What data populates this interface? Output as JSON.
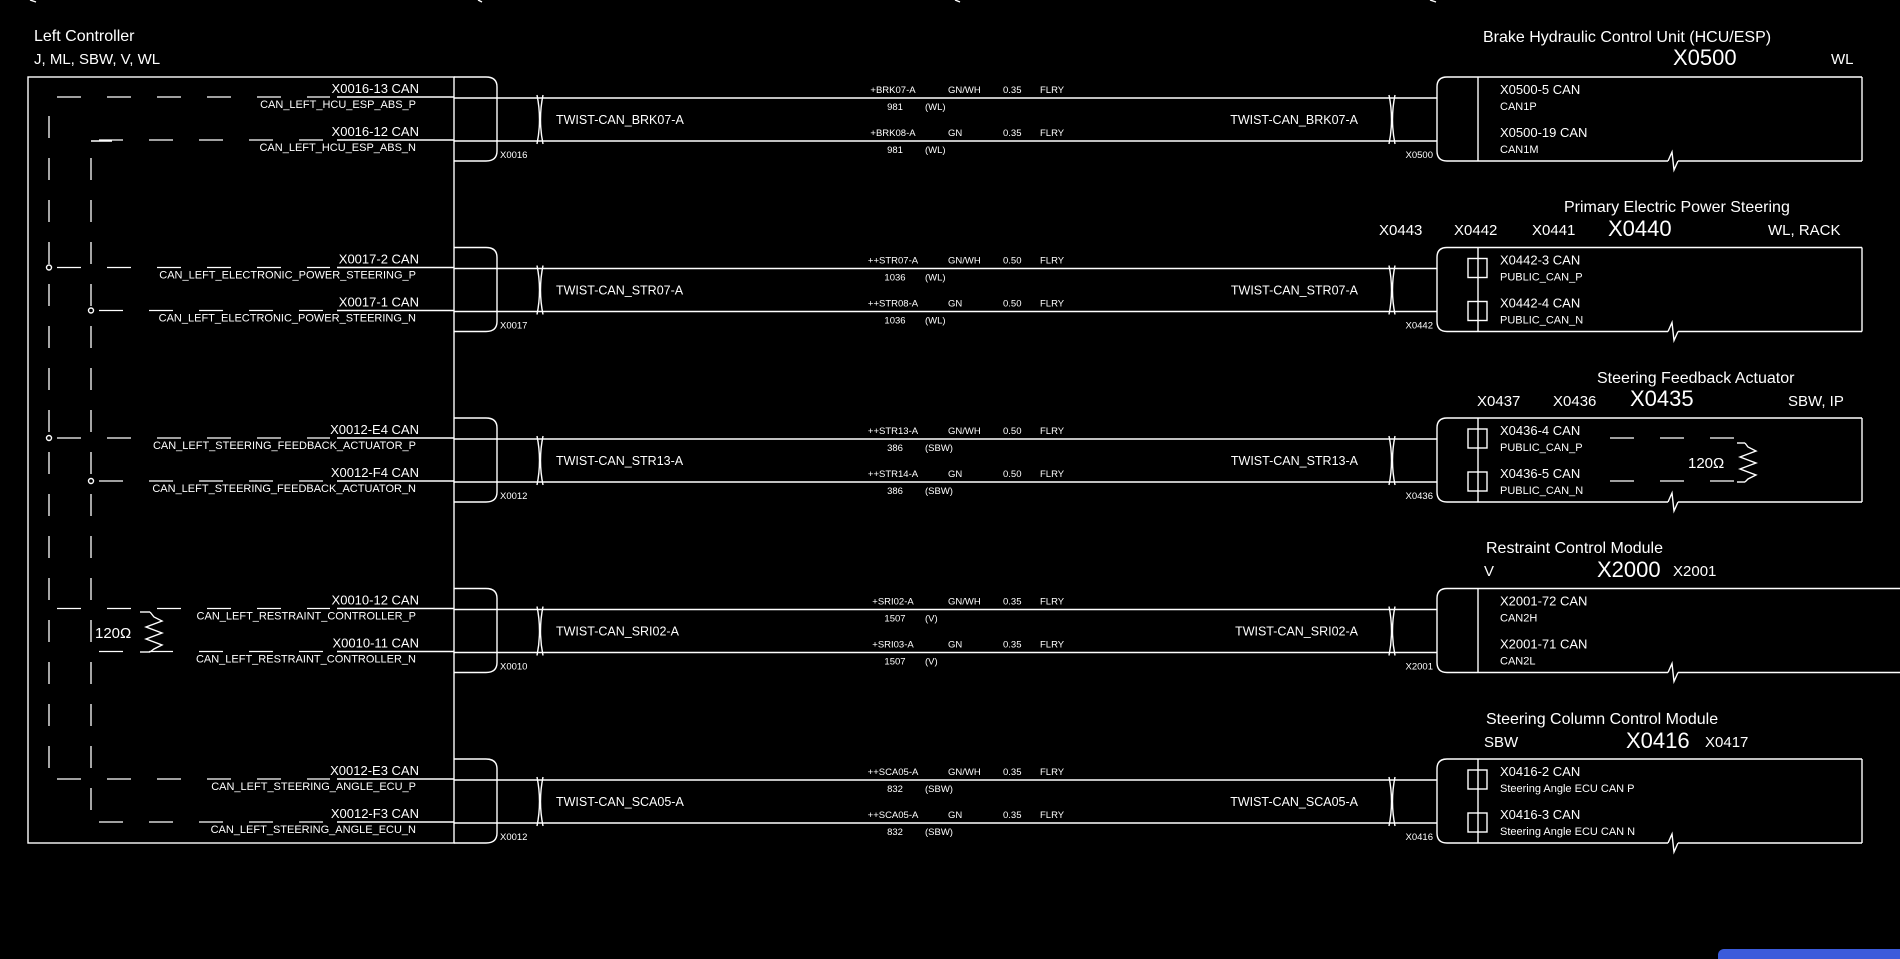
{
  "left": {
    "title": "Left Controller",
    "variants": "J, ML, SBW, V, WL"
  },
  "left_resistor": "120Ω",
  "rows": [
    {
      "p": {
        "pin": "X0016-13 CAN",
        "signal": "CAN_LEFT_HCU_ESP_ABS_P",
        "wire": {
          "id": "+BRK07-A",
          "color": "GN/WH",
          "size": "0.35",
          "type": "FLRY",
          "num": "981",
          "var": "(WL)"
        },
        "rpin": "X0500-5 CAN",
        "rsig": "CAN1P"
      },
      "n": {
        "pin": "X0016-12 CAN",
        "signal": "CAN_LEFT_HCU_ESP_ABS_N",
        "wire": {
          "id": "+BRK08-A",
          "color": "GN",
          "size": "0.35",
          "type": "FLRY",
          "num": "981",
          "var": "(WL)"
        },
        "rpin": "X0500-19 CAN",
        "rsig": "CAN1M"
      },
      "twist": "TWIST-CAN_BRK07-A",
      "lconn": "X0016",
      "rconn": "X0500",
      "boxed": false
    },
    {
      "p": {
        "pin": "X0017-2 CAN",
        "signal": "CAN_LEFT_ELECTRONIC_POWER_STEERING_P",
        "wire": {
          "id": "++STR07-A",
          "color": "GN/WH",
          "size": "0.50",
          "type": "FLRY",
          "num": "1036",
          "var": "(WL)"
        },
        "rpin": "X0442-3 CAN",
        "rsig": "PUBLIC_CAN_P"
      },
      "n": {
        "pin": "X0017-1 CAN",
        "signal": "CAN_LEFT_ELECTRONIC_POWER_STEERING_N",
        "wire": {
          "id": "++STR08-A",
          "color": "GN",
          "size": "0.50",
          "type": "FLRY",
          "num": "1036",
          "var": "(WL)"
        },
        "rpin": "X0442-4 CAN",
        "rsig": "PUBLIC_CAN_N"
      },
      "twist": "TWIST-CAN_STR07-A",
      "lconn": "X0017",
      "rconn": "X0442",
      "boxed": true
    },
    {
      "p": {
        "pin": "X0012-E4 CAN",
        "signal": "CAN_LEFT_STEERING_FEEDBACK_ACTUATOR_P",
        "wire": {
          "id": "++STR13-A",
          "color": "GN/WH",
          "size": "0.50",
          "type": "FLRY",
          "num": "386",
          "var": "(SBW)"
        },
        "rpin": "X0436-4 CAN",
        "rsig": "PUBLIC_CAN_P"
      },
      "n": {
        "pin": "X0012-F4 CAN",
        "signal": "CAN_LEFT_STEERING_FEEDBACK_ACTUATOR_N",
        "wire": {
          "id": "++STR14-A",
          "color": "GN",
          "size": "0.50",
          "type": "FLRY",
          "num": "386",
          "var": "(SBW)"
        },
        "rpin": "X0436-5 CAN",
        "rsig": "PUBLIC_CAN_N"
      },
      "twist": "TWIST-CAN_STR13-A",
      "lconn": "X0012",
      "rconn": "X0436",
      "boxed": true
    },
    {
      "p": {
        "pin": "X0010-12 CAN",
        "signal": "CAN_LEFT_RESTRAINT_CONTROLLER_P",
        "wire": {
          "id": "+SRI02-A",
          "color": "GN/WH",
          "size": "0.35",
          "type": "FLRY",
          "num": "1507",
          "var": "(V)"
        },
        "rpin": "X2001-72 CAN",
        "rsig": "CAN2H"
      },
      "n": {
        "pin": "X0010-11 CAN",
        "signal": "CAN_LEFT_RESTRAINT_CONTROLLER_N",
        "wire": {
          "id": "+SRI03-A",
          "color": "GN",
          "size": "0.35",
          "type": "FLRY",
          "num": "1507",
          "var": "(V)"
        },
        "rpin": "X2001-71 CAN",
        "rsig": "CAN2L"
      },
      "twist": "TWIST-CAN_SRI02-A",
      "lconn": "X0010",
      "rconn": "X2001",
      "boxed": false
    },
    {
      "p": {
        "pin": "X0012-E3 CAN",
        "signal": "CAN_LEFT_STEERING_ANGLE_ECU_P",
        "wire": {
          "id": "++SCA05-A",
          "color": "GN/WH",
          "size": "0.35",
          "type": "FLRY",
          "num": "832",
          "var": "(SBW)"
        },
        "rpin": "X0416-2 CAN",
        "rsig": "Steering Angle ECU CAN P"
      },
      "n": {
        "pin": "X0012-F3 CAN",
        "signal": "CAN_LEFT_STEERING_ANGLE_ECU_N",
        "wire": {
          "id": "++SCA05-A",
          "color": "GN",
          "size": "0.35",
          "type": "FLRY",
          "num": "832",
          "var": "(SBW)"
        },
        "rpin": "X0416-3 CAN",
        "rsig": "Steering Angle ECU CAN N"
      },
      "twist": "TWIST-CAN_SCA05-A",
      "lconn": "X0012",
      "rconn": "X0416",
      "boxed": true
    }
  ],
  "modules": [
    {
      "name": "Brake Hydraulic Control Unit (HCU/ESP)",
      "main": "X0500",
      "tags": "WL"
    },
    {
      "name": "Primary Electric Power Steering",
      "connectors": [
        "X0443",
        "X0442",
        "X0441"
      ],
      "main": "X0440",
      "tags": "WL, RACK"
    },
    {
      "name": "Steering Feedback Actuator",
      "connectors": [
        "X0437",
        "X0436"
      ],
      "main": "X0435",
      "tags": "SBW, IP",
      "resistor": "120Ω"
    },
    {
      "name": "Restraint Control Module",
      "left_tag": "V",
      "main": "X2000",
      "after": "X2001"
    },
    {
      "name": "Steering Column Control Module",
      "left_tag": "SBW",
      "main": "X0416",
      "after": "X0417"
    }
  ]
}
